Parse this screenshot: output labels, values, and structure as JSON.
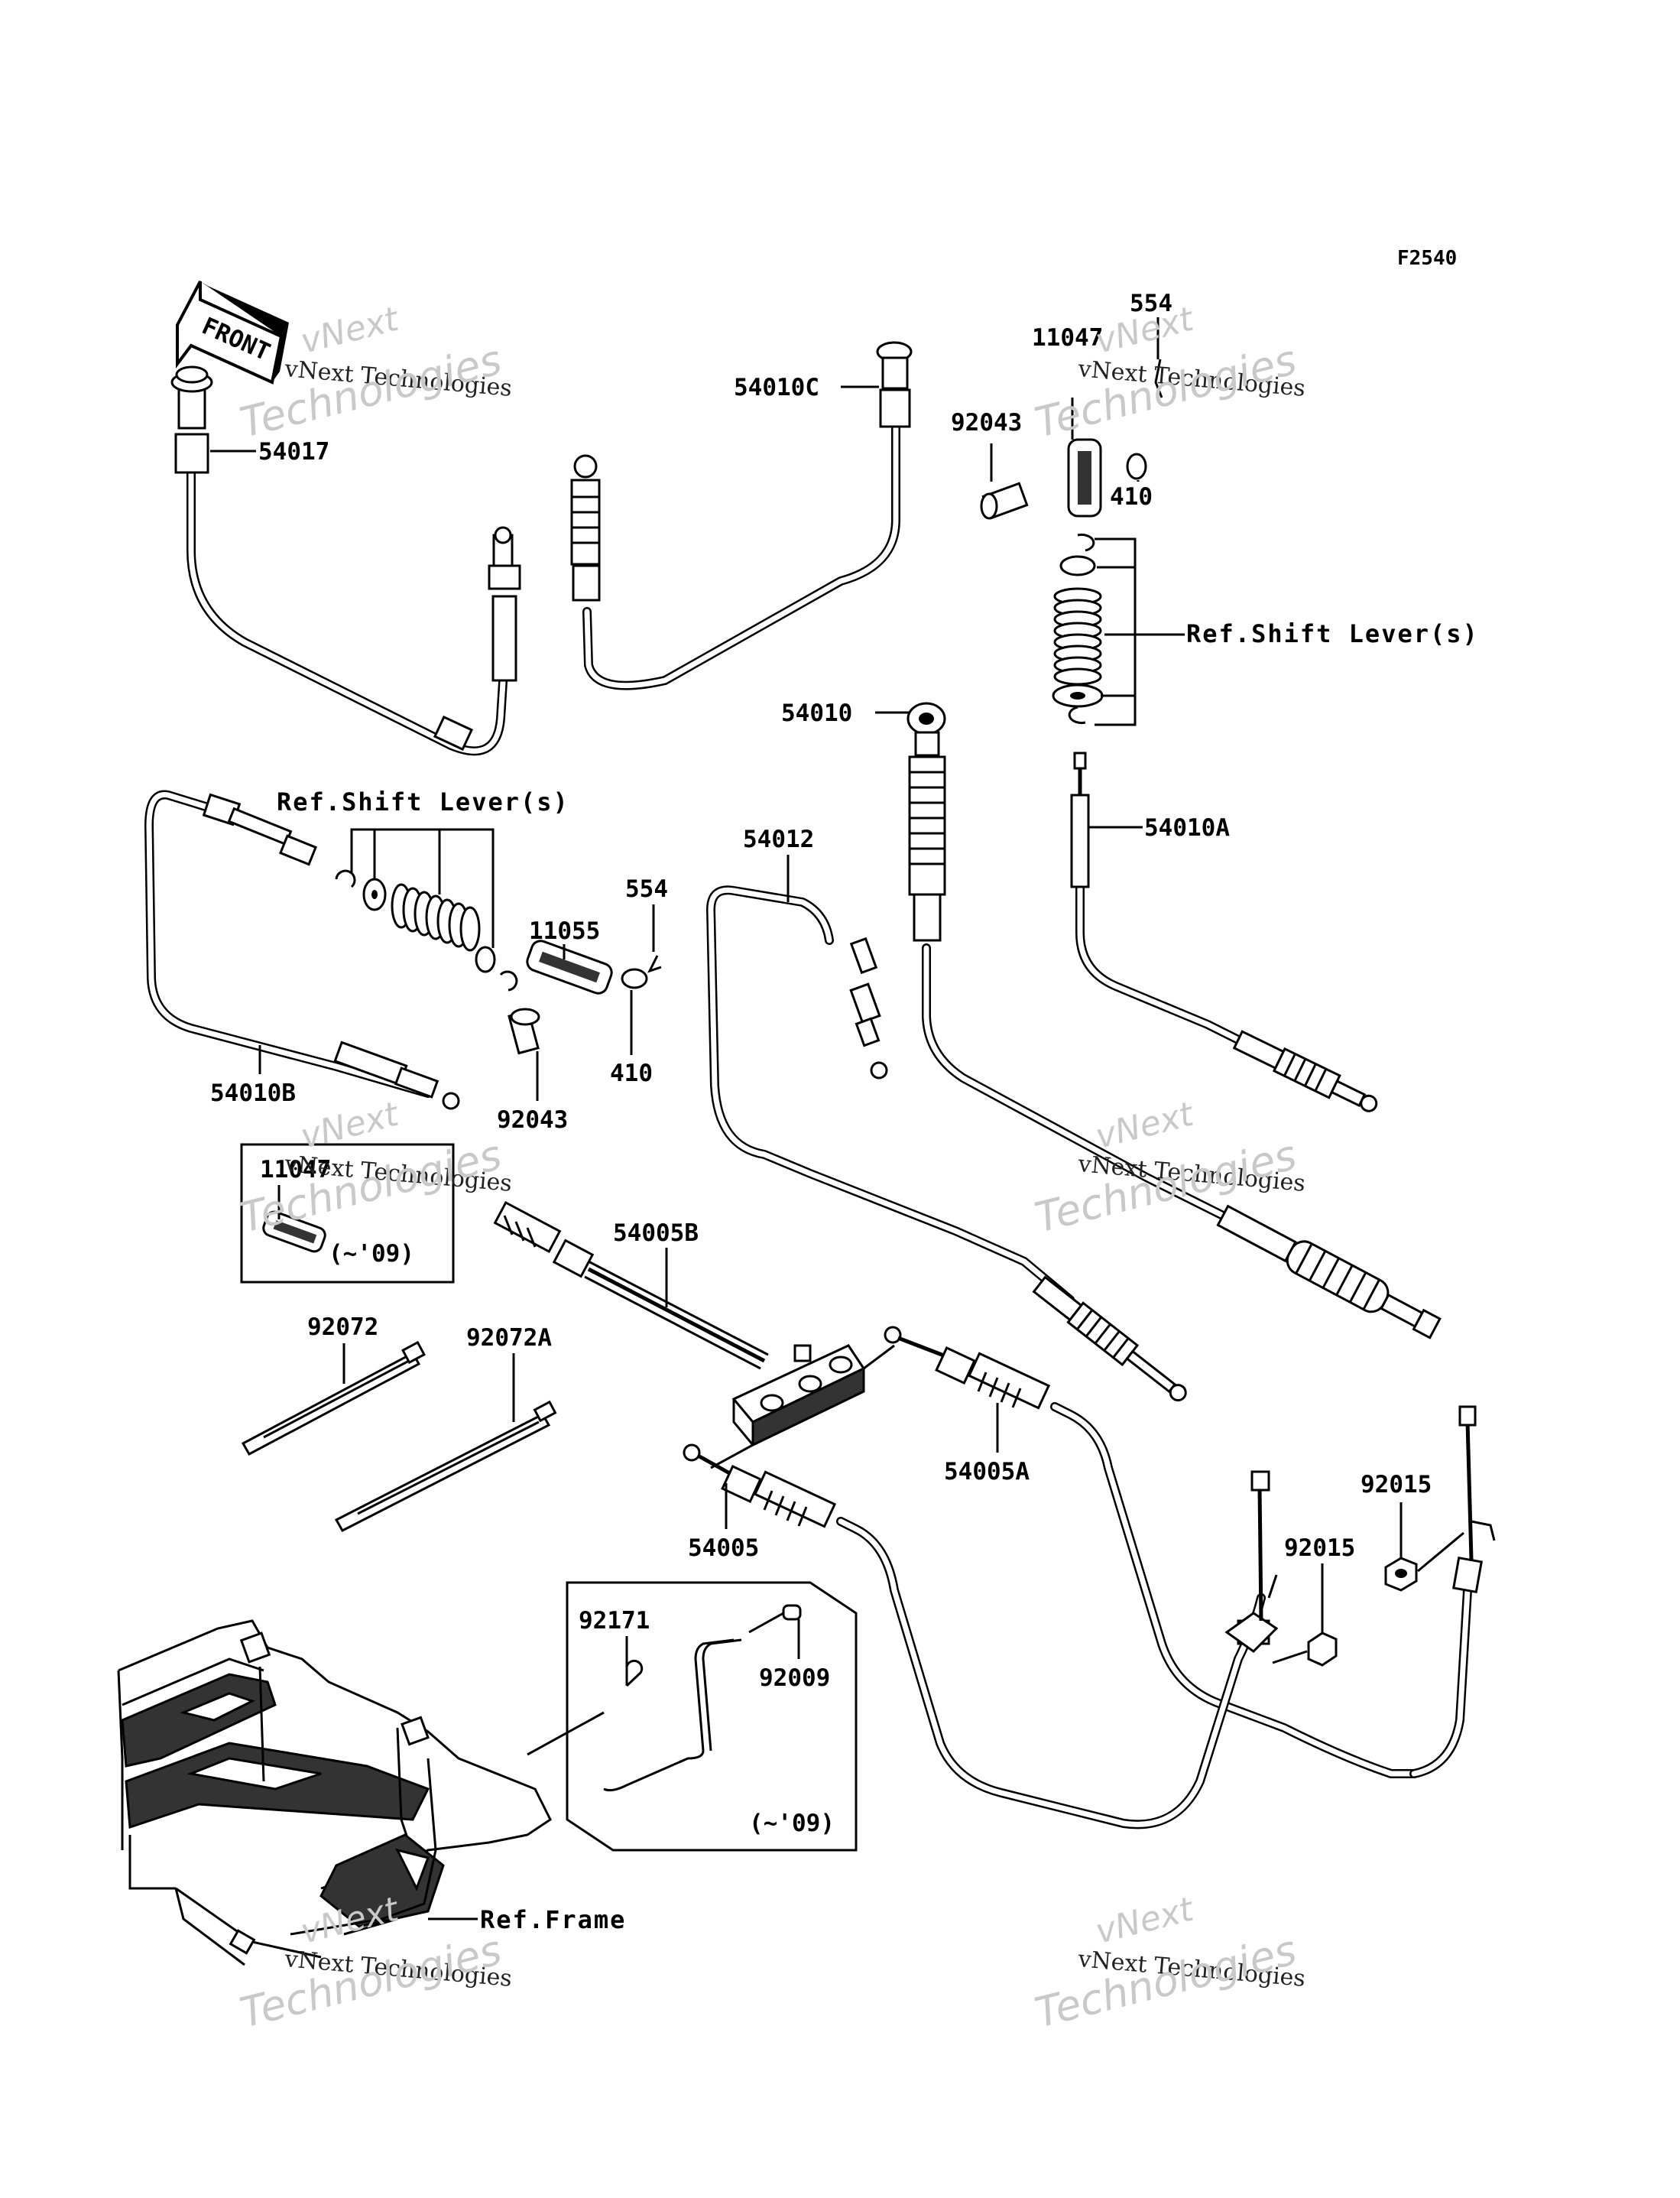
{
  "figure_code": "F2540",
  "front_label": "FRONT",
  "parts": {
    "p54017": "54017",
    "p54010C": "54010C",
    "p11047_top": "11047",
    "p554_top": "554",
    "p92043_top": "92043",
    "p410_top": "410",
    "ref_shift_right": "Ref.Shift Lever(s)",
    "p54010": "54010",
    "p54010A": "54010A",
    "ref_shift_left": "Ref.Shift Lever(s)",
    "p54012": "54012",
    "p554_mid": "554",
    "p11055": "11055",
    "p410_mid": "410",
    "p92043_mid": "92043",
    "p54010B": "54010B",
    "p11047_box": "11047",
    "box_note_1": "(~'09)",
    "p54005B": "54005B",
    "p92072": "92072",
    "p92072A": "92072A",
    "p54005A": "54005A",
    "p54005": "54005",
    "p92015_a": "92015",
    "p92015_b": "92015",
    "p92171": "92171",
    "p92009": "92009",
    "box_note_2": "(~'09)",
    "ref_frame": "Ref.Frame"
  },
  "watermark": {
    "line1": "vNext",
    "line2": "vNext Technologies",
    "line3": "Technologies"
  }
}
